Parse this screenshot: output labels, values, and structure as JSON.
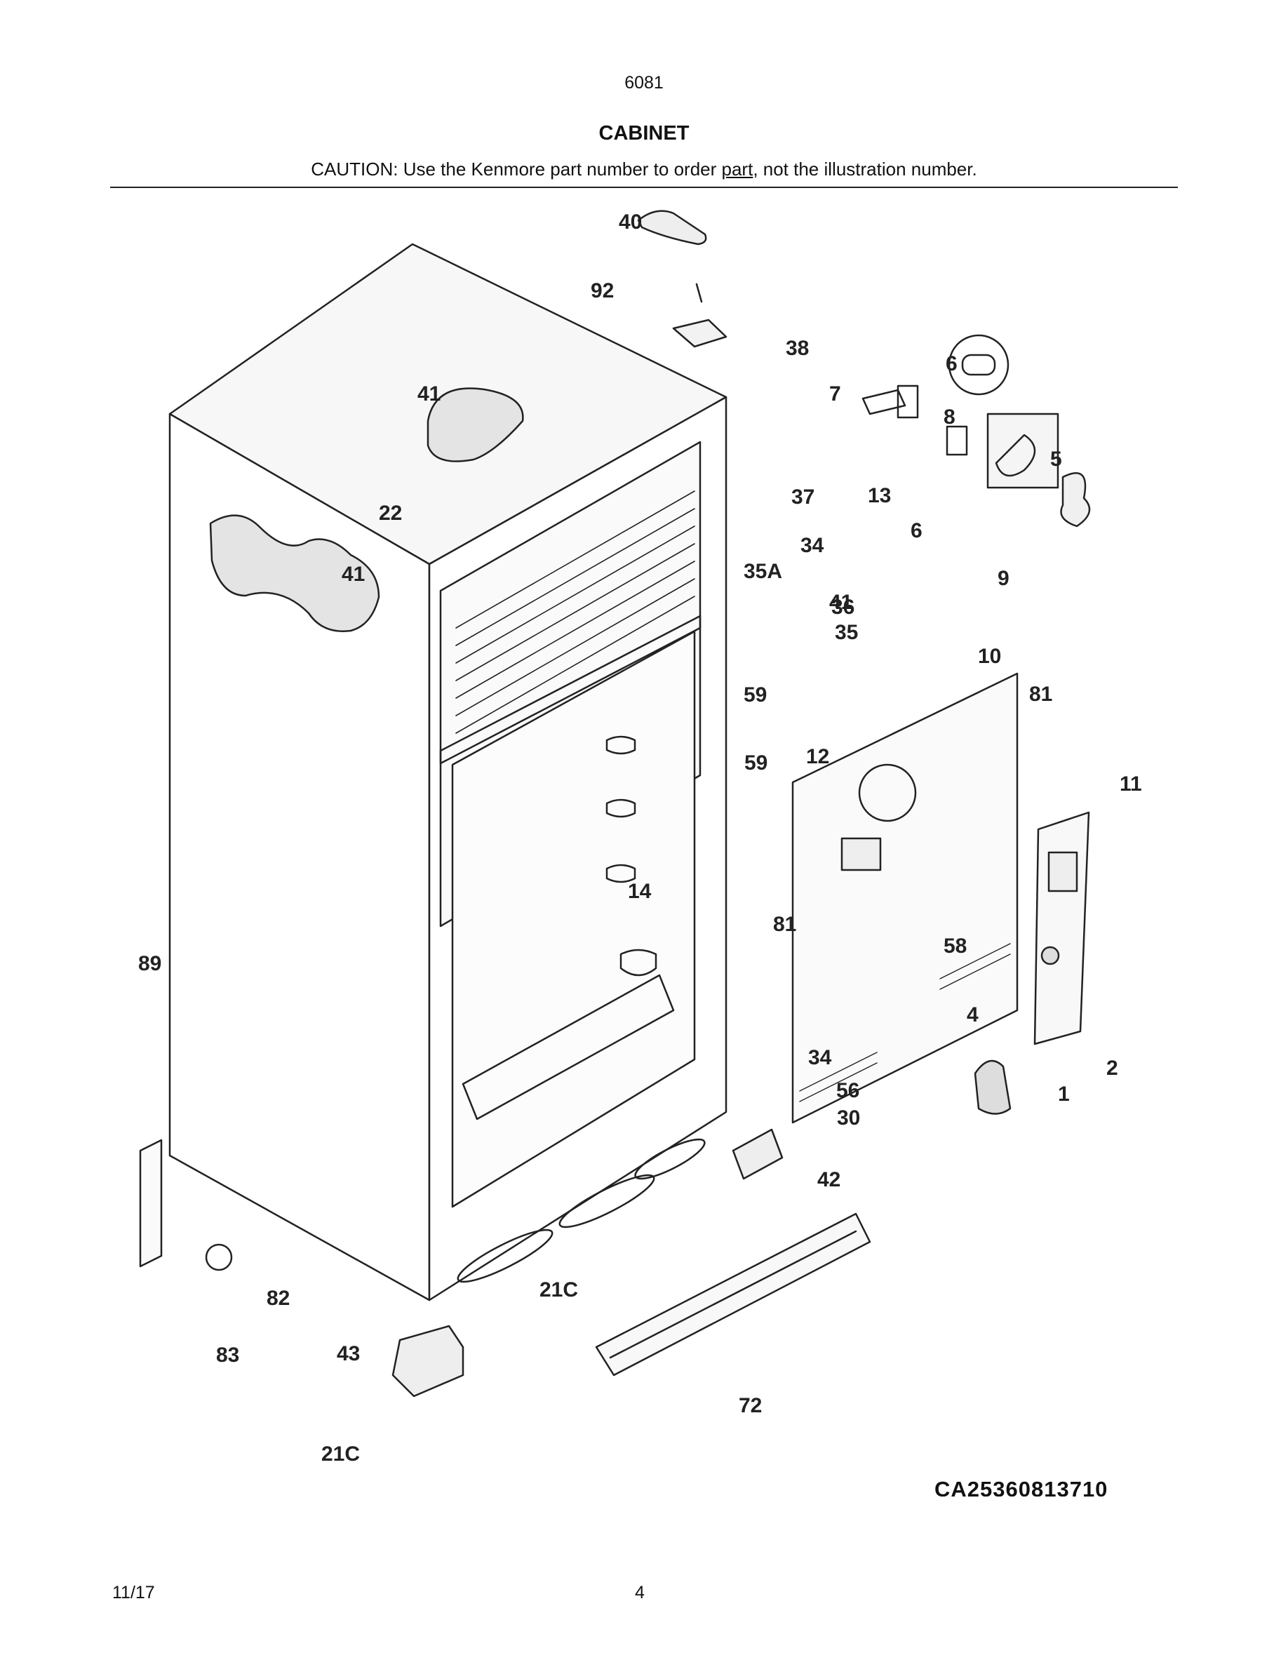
{
  "header": {
    "model": "6081",
    "title": "CABINET",
    "caution_before": "CAUTION: Use the Kenmore part number to order ",
    "caution_link": "part",
    "caution_after": ", not the illustration number."
  },
  "diagram": {
    "callouts": [
      "40",
      "92",
      "38",
      "6",
      "7",
      "8",
      "5",
      "41",
      "13",
      "37",
      "6",
      "9",
      "22",
      "41",
      "34",
      "35A",
      "41",
      "36",
      "35",
      "10",
      "59",
      "81",
      "59",
      "12",
      "11",
      "14",
      "81",
      "58",
      "89",
      "4",
      "2",
      "34",
      "56",
      "1",
      "30",
      "42",
      "21C",
      "82",
      "83",
      "43",
      "72",
      "21C"
    ],
    "code": "CA25360813710"
  },
  "footer": {
    "date": "11/17",
    "page": "4"
  }
}
